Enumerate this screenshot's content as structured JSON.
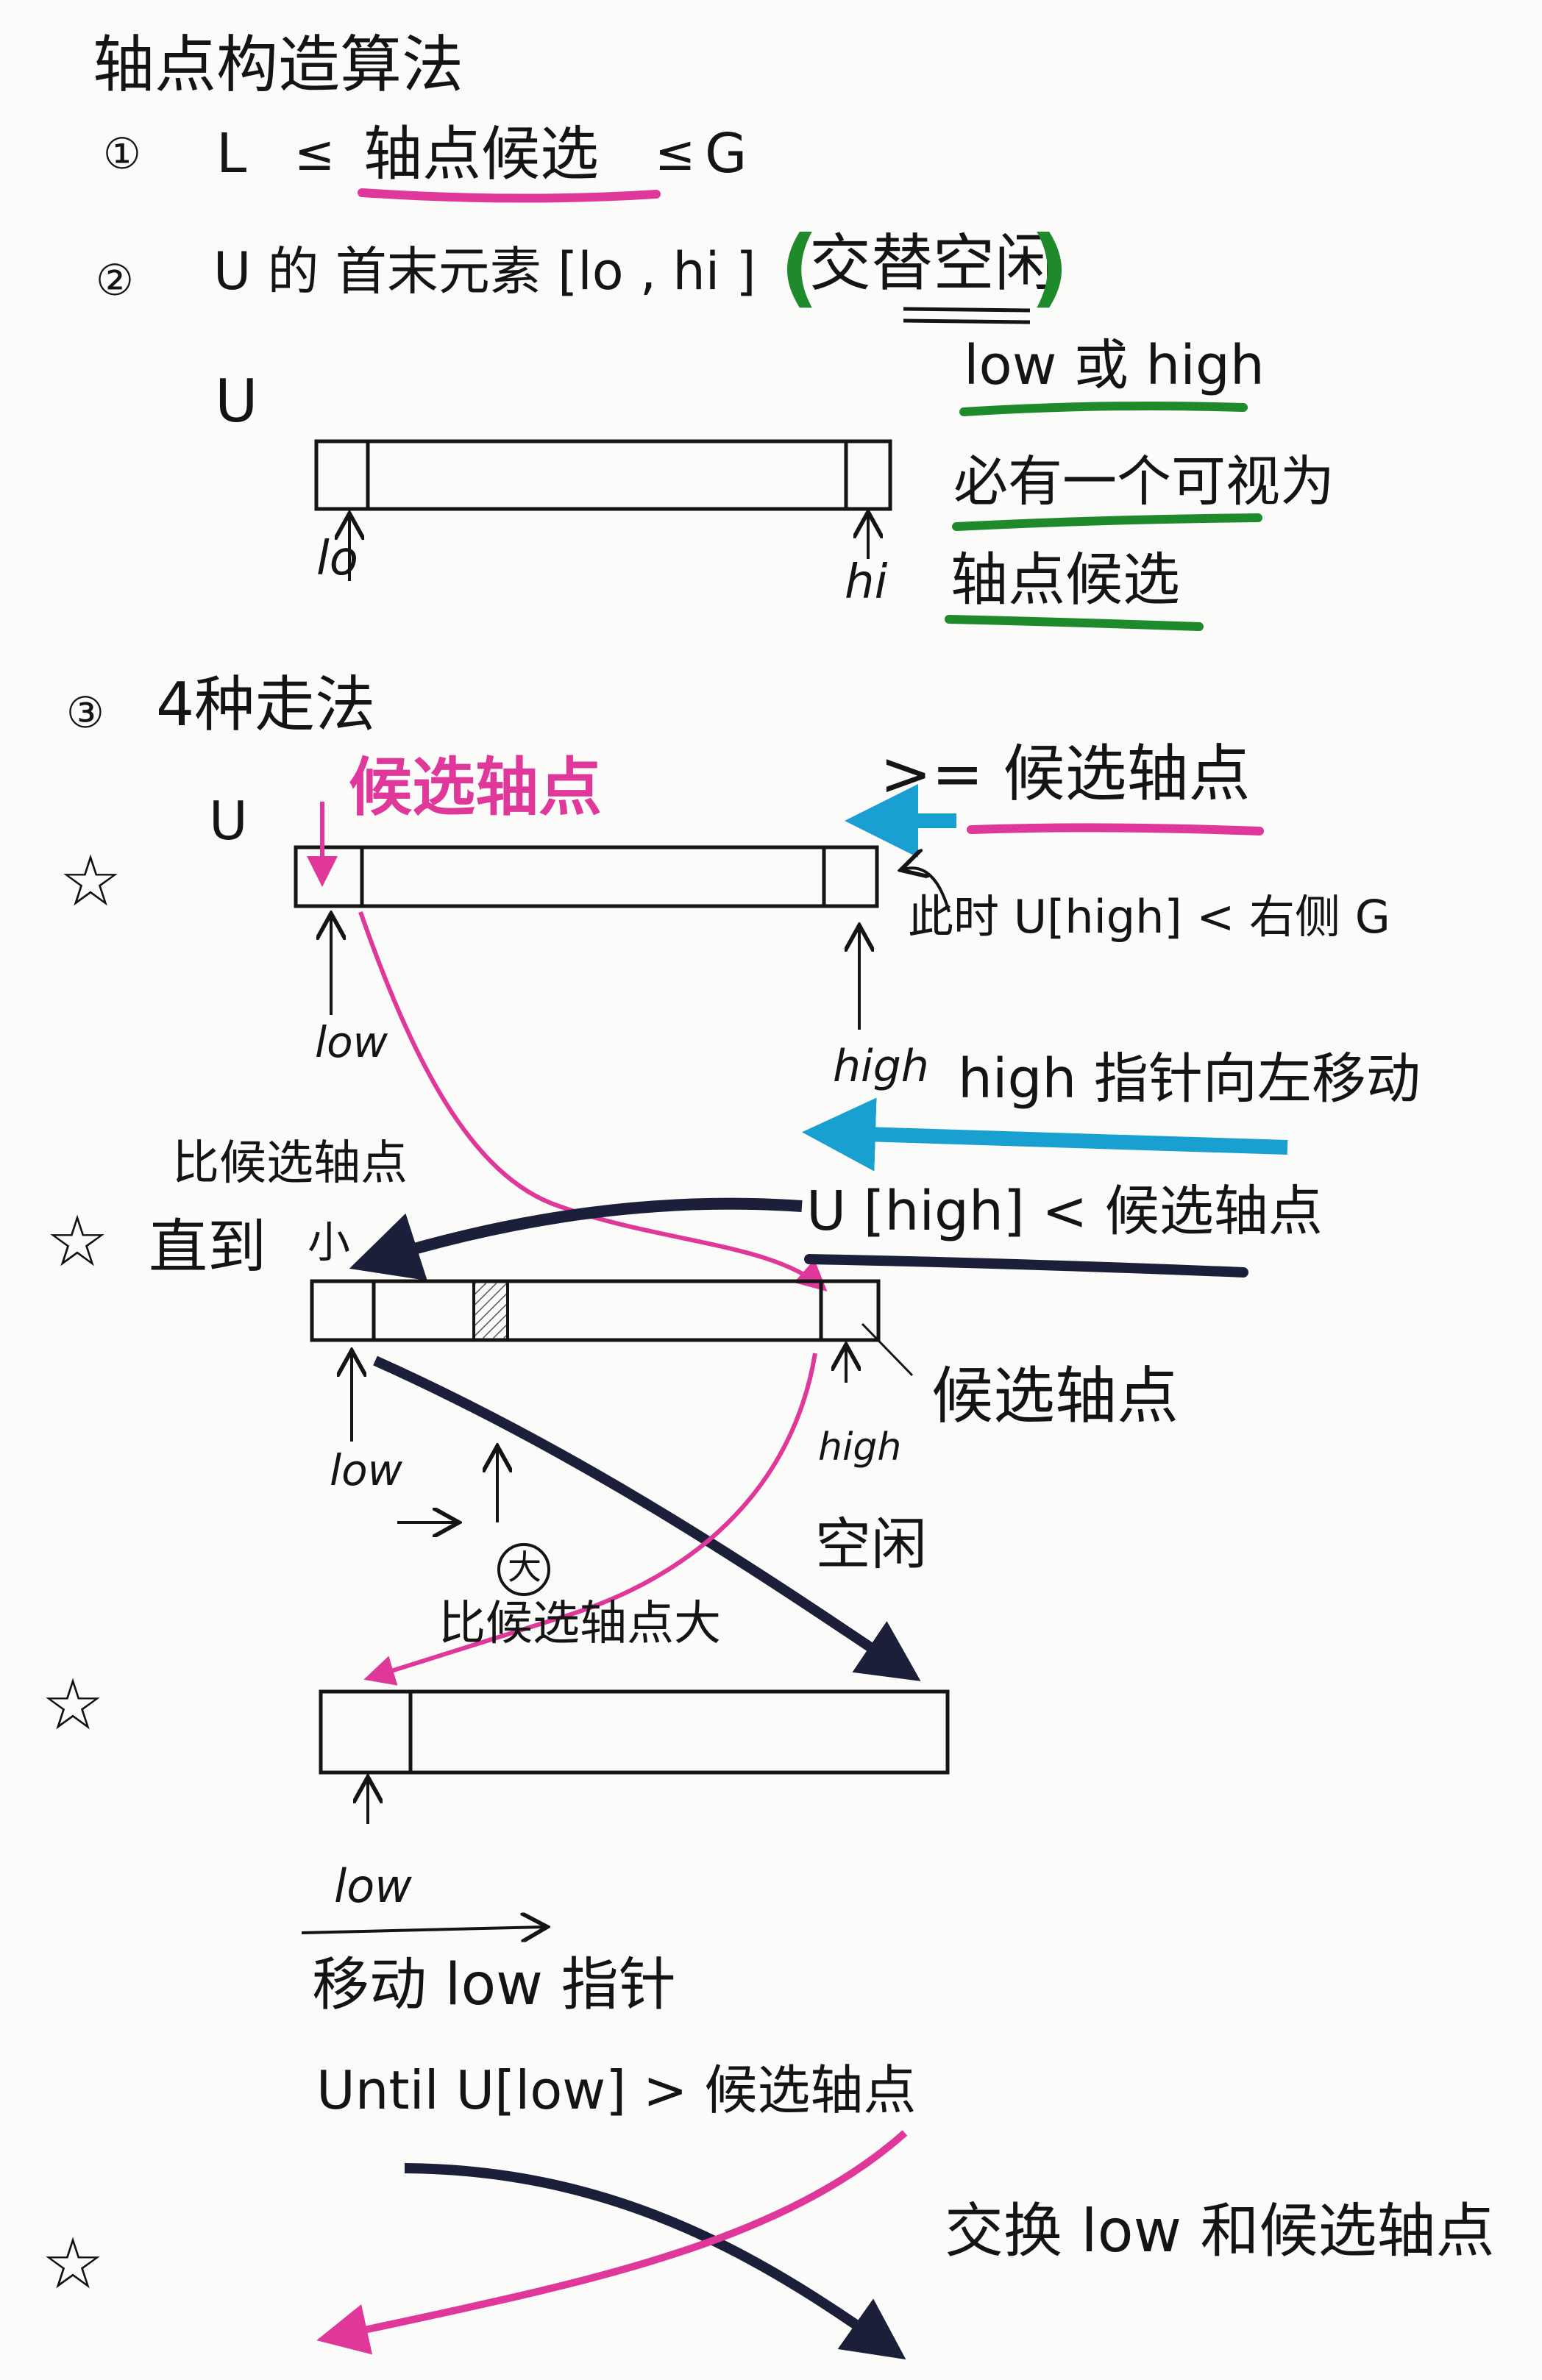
{
  "title": "轴点构造算法",
  "step1": {
    "num": "①",
    "left": "L",
    "op1": "≤",
    "middle": "轴点候选",
    "op2": "≤",
    "right": "G"
  },
  "step2": {
    "num": "②",
    "text": "U 的 首末元素 [lo , hi ]",
    "paren_open": "(",
    "highlight": "交替空闲",
    "paren_close": ")"
  },
  "diagram1": {
    "array_label": "U",
    "lo": "lo",
    "hi": "hi"
  },
  "note1": [
    "low 或 high",
    "必有一个可视为",
    "轴点候选"
  ],
  "step3": {
    "num": "③",
    "text": "4种走法"
  },
  "phase1": {
    "array_label": "U",
    "pivot_label": "候选轴点",
    "ge_label": ">= 候选轴点",
    "note_now": "此时 U[high] < 右侧 G",
    "low": "low",
    "high": "high",
    "move_high": "high 指针向左移动"
  },
  "phase2": {
    "until_prefix": "直到",
    "smaller_than": "比候选轴点",
    "small": "小",
    "cond": "U [high] < 候选轴点",
    "pivot_label": "候选轴点",
    "low": "low",
    "high": "high",
    "free": "空闲",
    "big_circle": "大",
    "bigger": "比候选轴点大"
  },
  "phase3": {
    "low": "low",
    "move_low": "移动 low 指针",
    "until": "Until U[low] > 候选轴点"
  },
  "phase4": {
    "swap": "交换 low 和候选轴点"
  },
  "stars": [
    "☆",
    "☆",
    "☆",
    "☆"
  ],
  "colors": {
    "ink": "#141414",
    "pink": "#e0389a",
    "green": "#1f8a2c",
    "blue": "#1aa0d0",
    "navy": "#1c1f3a"
  }
}
